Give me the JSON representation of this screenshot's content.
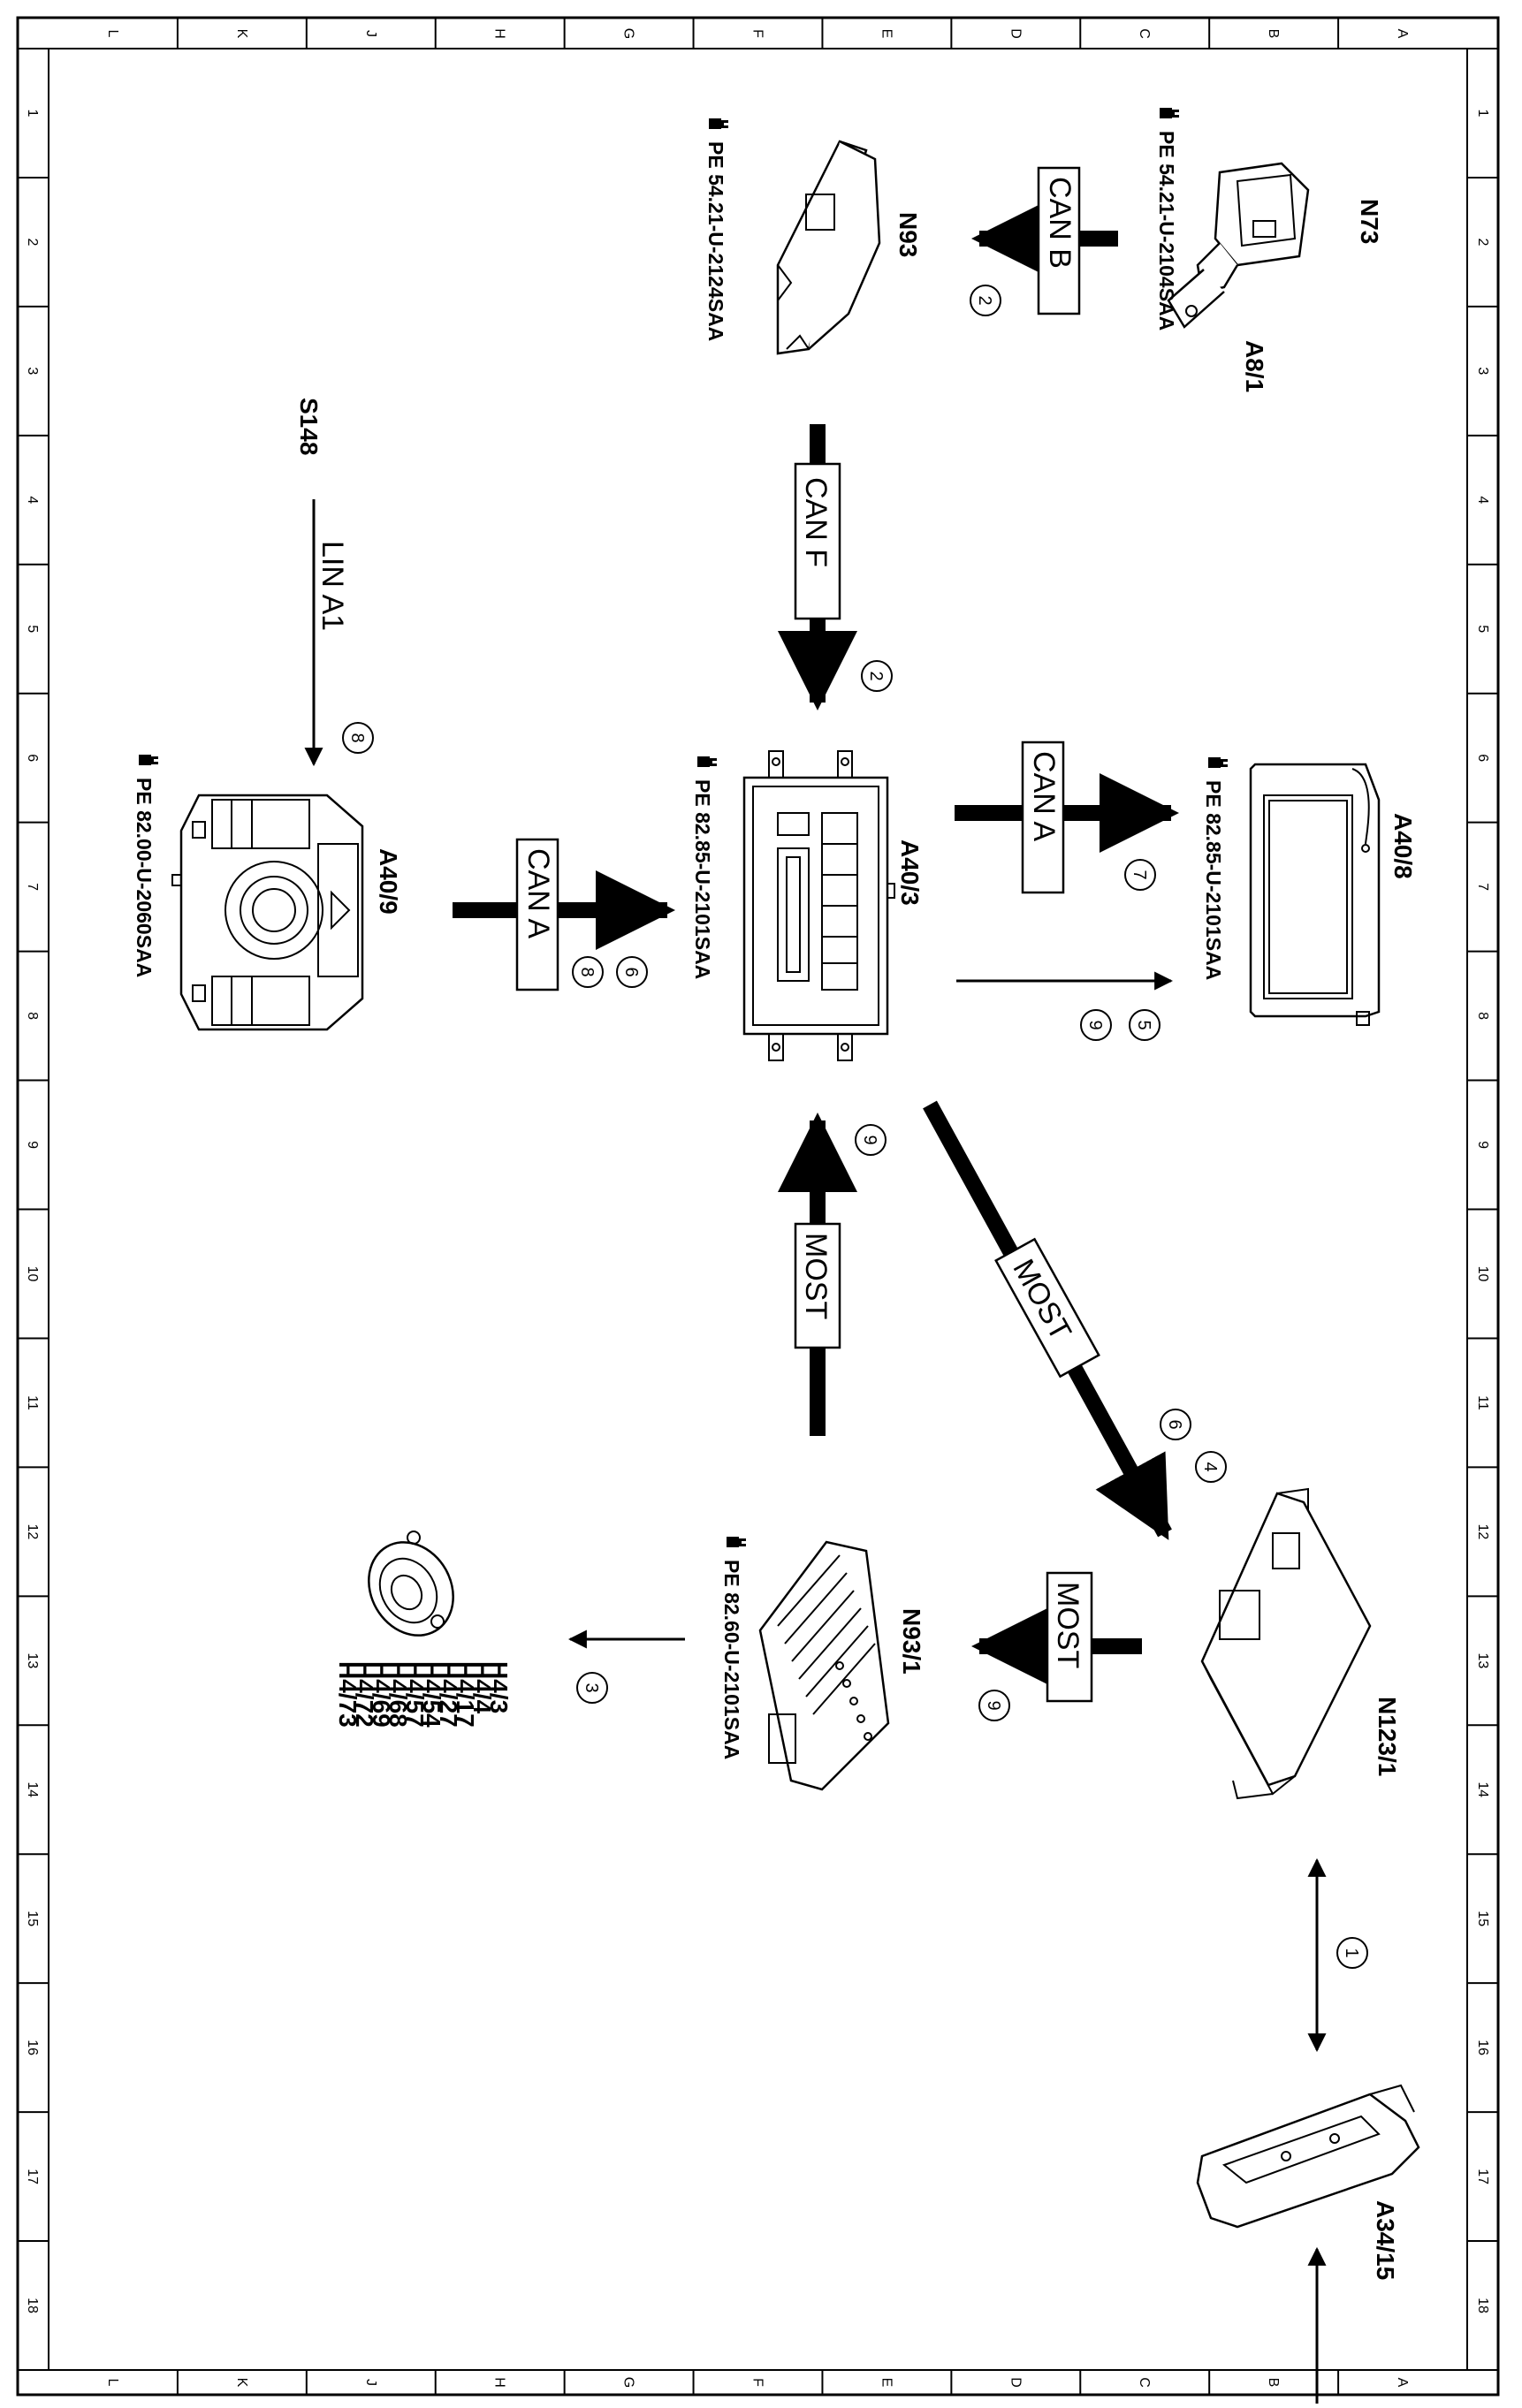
{
  "grid": {
    "columns": [
      "L",
      "K",
      "J",
      "H",
      "G",
      "F",
      "E",
      "D",
      "C",
      "B",
      "A"
    ],
    "rows": [
      "1",
      "2",
      "3",
      "4",
      "5",
      "6",
      "7",
      "8",
      "9",
      "10",
      "11",
      "12",
      "13",
      "14",
      "15",
      "16",
      "17",
      "18"
    ]
  },
  "components": {
    "n73": "N73",
    "a8_1": "A8/1",
    "n93": "N93",
    "s148": "S148",
    "a40_3": "A40/3",
    "a40_8": "A40/8",
    "a40_9": "A40/9",
    "n93_1": "N93/1",
    "n123_1": "N123/1",
    "a34_15": "A34/15"
  },
  "pe_refs": {
    "n73": "PE 54.21-U-2104SAA",
    "n93": "PE 54.21-U-2124SAA",
    "a40_8": "PE 82.85-U-2101SAA",
    "a40_3": "PE 82.85-U-2101SAA",
    "a40_9": "PE 82.00-U-2060SAA",
    "n93_1": "PE 82.60-U-2101SAA"
  },
  "buses": {
    "can_b": "CAN B",
    "can_f": "CAN F",
    "can_a_right": "CAN A",
    "can_a_left": "CAN A",
    "lin_a1": "LIN A1",
    "most_vertical": "MOST",
    "most_diagonal": "MOST",
    "most_n93_1": "MOST"
  },
  "steps": {
    "can_b": "2",
    "can_f": "2",
    "lin": "8",
    "can_a_right": "7",
    "thin_arrow_a": "5",
    "thin_arrow_b": "9",
    "can_a_left_a": "6",
    "can_a_left_b": "8",
    "most_vertical": "9",
    "most_diag_a": "6",
    "most_diag_b": "4",
    "most_n93_1": "9",
    "h4": "3",
    "a34": "1"
  },
  "speakers": [
    "H4/3",
    "H4/4",
    "H4/17",
    "H4/27",
    "H4/54",
    "H4/57",
    "H4/68",
    "H4/69",
    "H4/72",
    "H4/73"
  ],
  "icons": {
    "document": "document-hand-icon"
  }
}
